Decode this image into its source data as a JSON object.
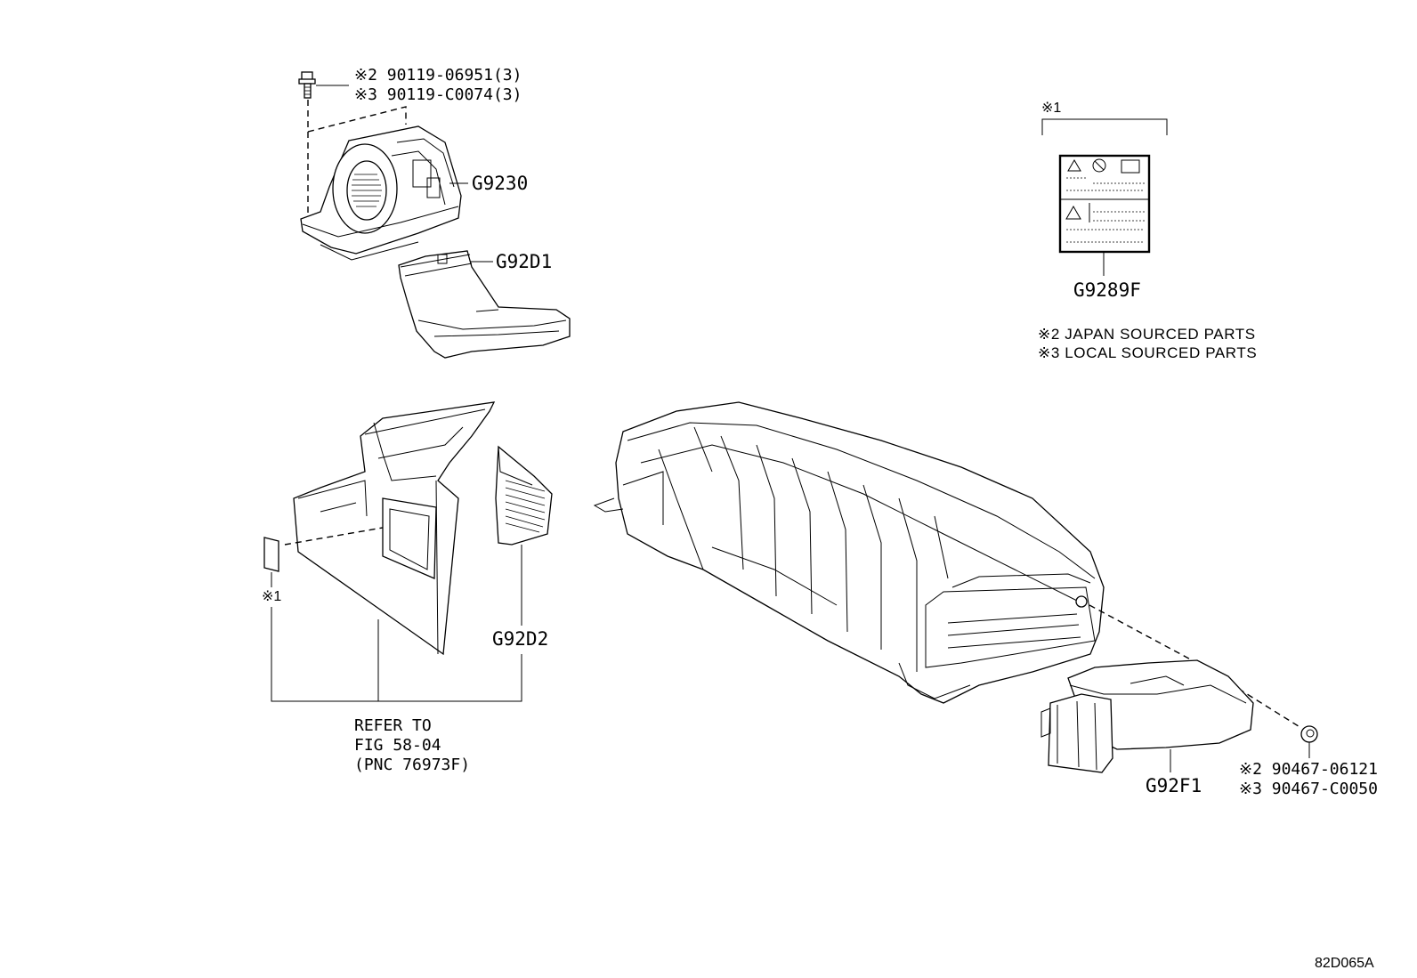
{
  "callouts": {
    "bolt": {
      "line1": "※2 90119-06951(3)",
      "line2": "※3 90119-C0074(3)"
    },
    "blower": "G9230",
    "duct_upper": "G92D1",
    "label_plate": "G9289F",
    "note1_marker": "※1",
    "note1_marker_small": "※1",
    "duct_side": "G92D2",
    "refer": {
      "line1": "REFER TO",
      "line2": "FIG 58-04",
      "line3": "(PNC 76973F)"
    },
    "cover": "G92F1",
    "nut": {
      "line1": "※2 90467-06121",
      "line2": "※3 90467-C0050"
    }
  },
  "legend": {
    "japan": "※2 JAPAN SOURCED PARTS",
    "local": "※3 LOCAL SOURCED PARTS"
  },
  "figure_code": "82D065A"
}
